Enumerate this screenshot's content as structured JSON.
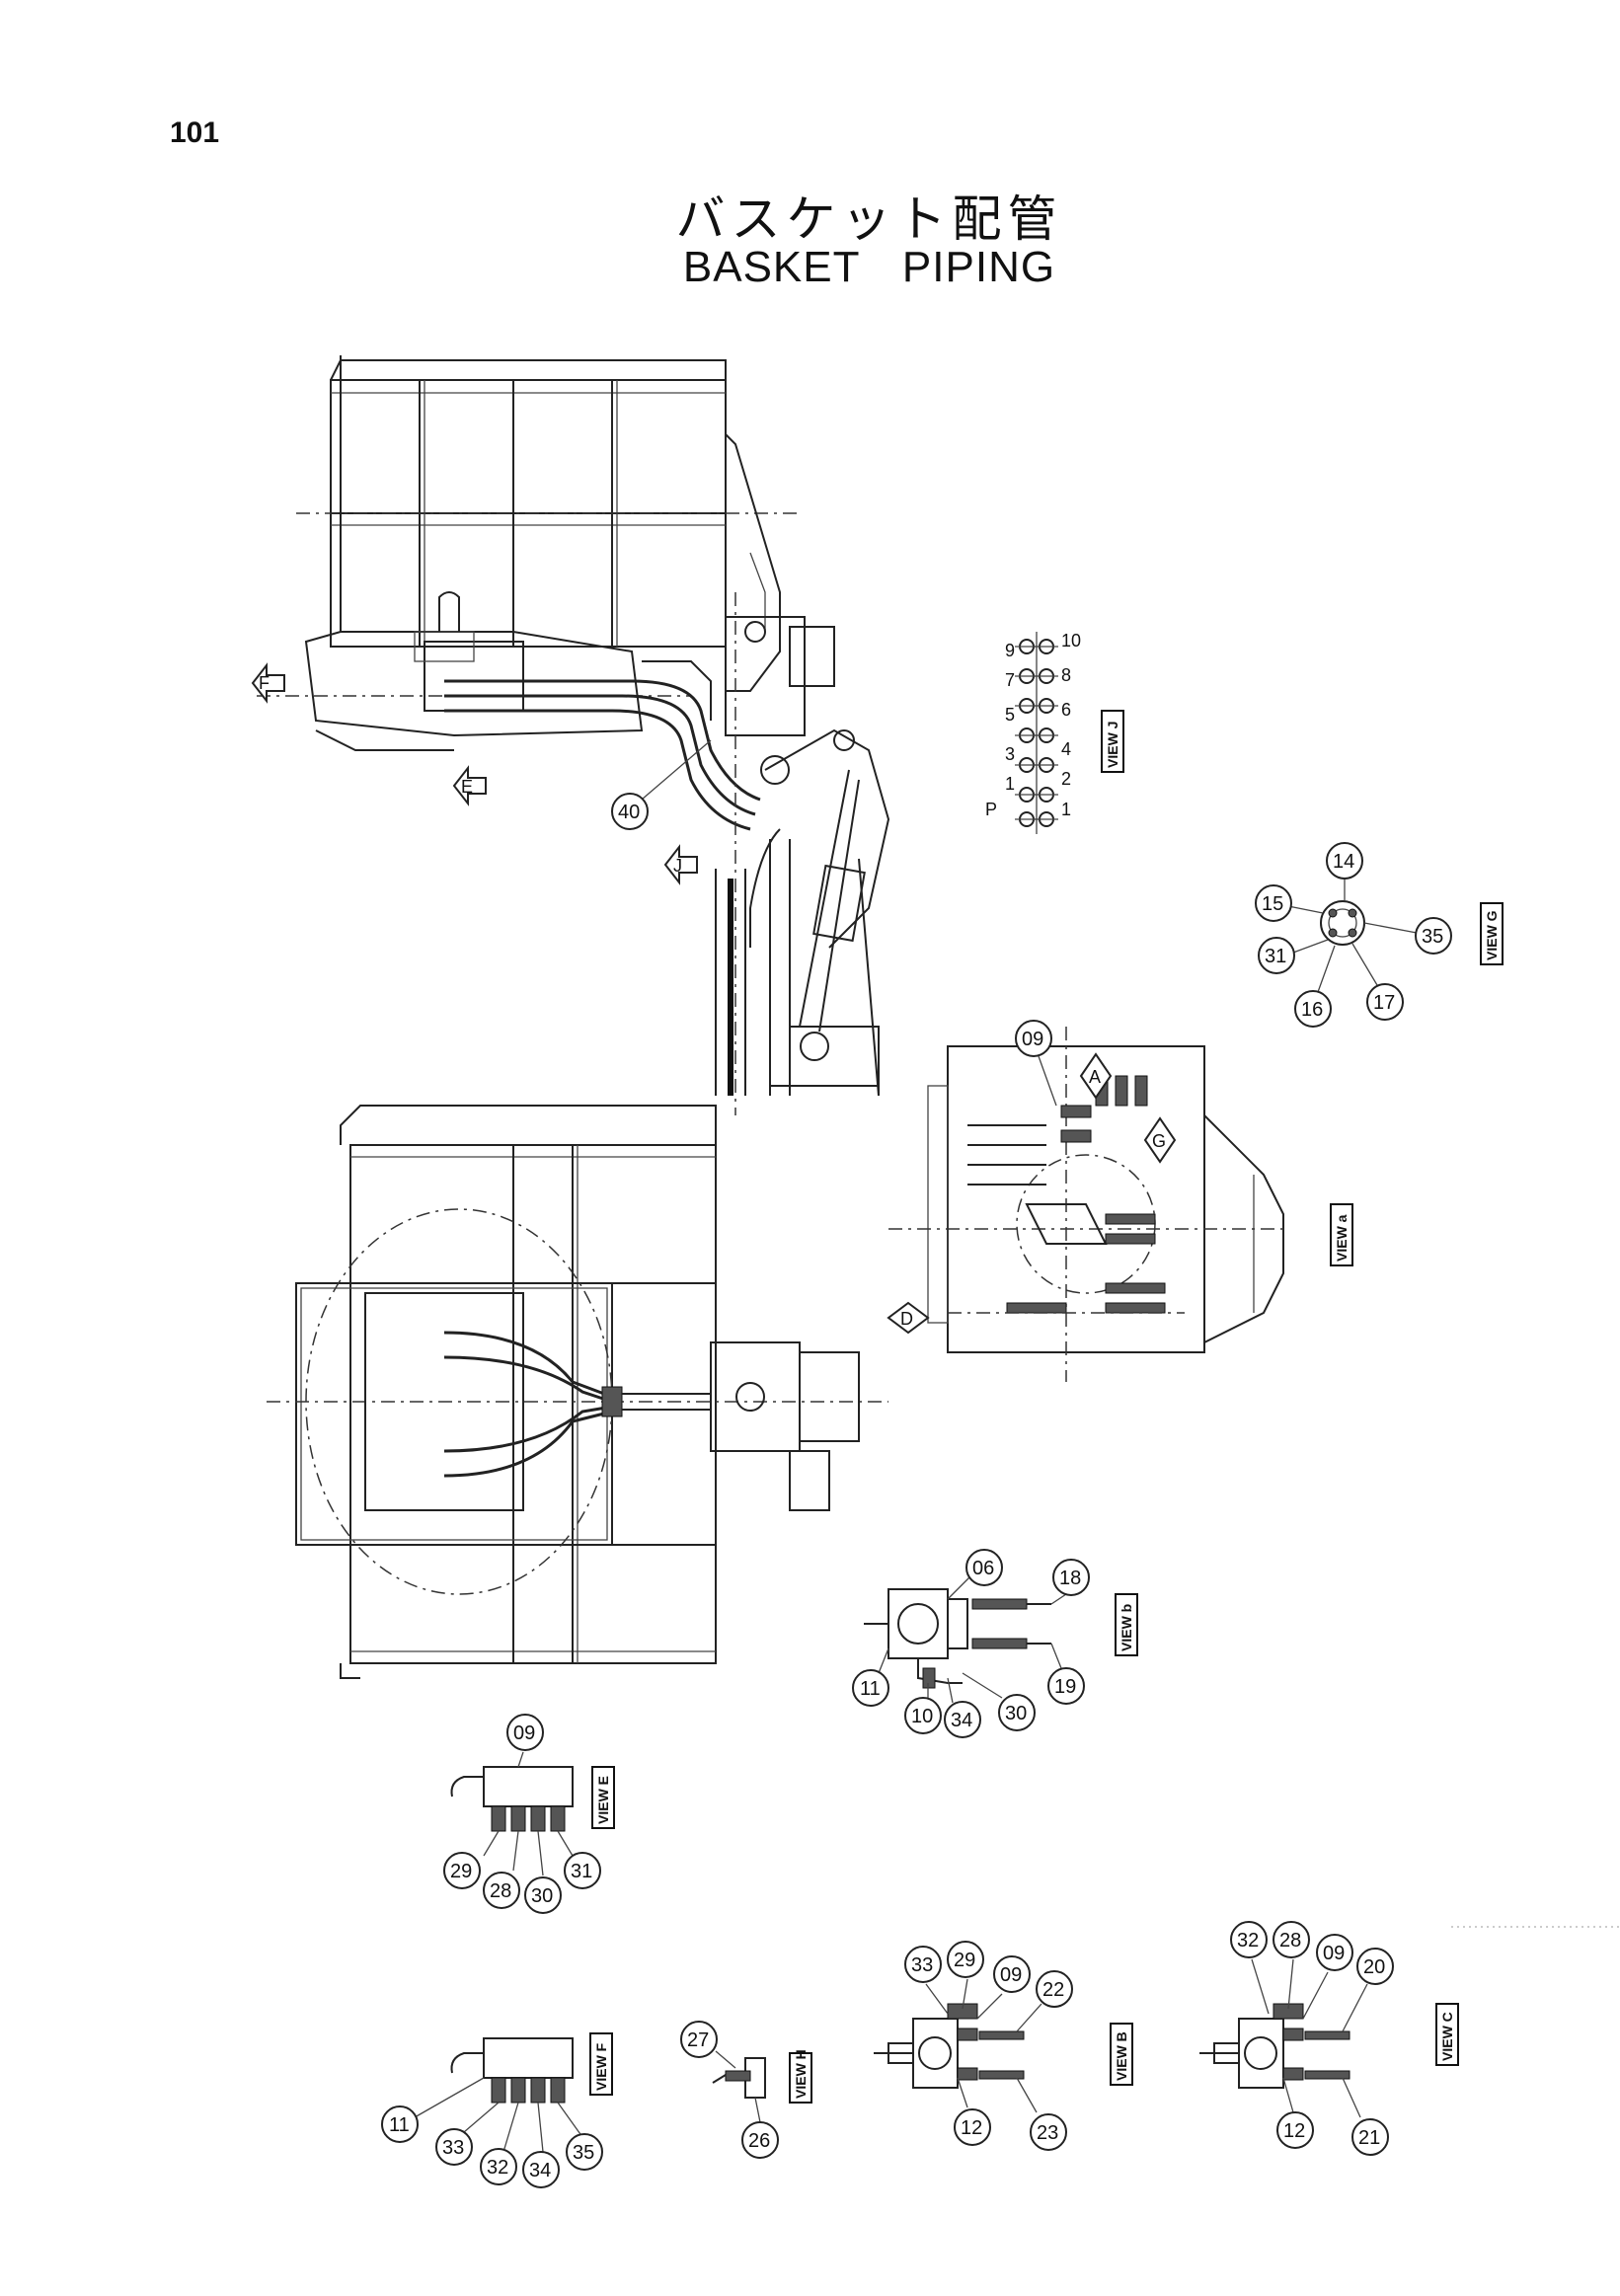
{
  "page": {
    "number": "101",
    "title_jp": "バスケット配管",
    "title_en": "BASKET  PIPING"
  },
  "views": {
    "J": {
      "tag": "VIEW J",
      "pin_labels_top": [
        "P",
        "1",
        "3",
        "5",
        "7",
        "9"
      ],
      "pin_labels_bottom": [
        "1",
        "2",
        "4",
        "6",
        "8",
        "10"
      ]
    },
    "G": {
      "tag": "VIEW G"
    },
    "a": {
      "tag": "VIEW a"
    },
    "b": {
      "tag": "VIEW b"
    },
    "E": {
      "tag": "VIEW E"
    },
    "F": {
      "tag": "VIEW F"
    },
    "H": {
      "tag": "VIEW H"
    },
    "B": {
      "tag": "VIEW B"
    },
    "C": {
      "tag": "VIEW C"
    }
  },
  "arrows": {
    "F": "F",
    "E": "E",
    "J": "J",
    "A": "A",
    "G": "G",
    "D": "D"
  },
  "callouts": {
    "c40": "40",
    "c14": "14",
    "c15": "15",
    "c35g": "35",
    "c31g": "31",
    "c16": "16",
    "c17": "17",
    "c09a": "09",
    "c06": "06",
    "c18": "18",
    "c11b": "11",
    "c19": "19",
    "c10": "10",
    "c34b": "34",
    "c30b": "30",
    "c09e": "09",
    "c29e": "29",
    "c28e": "28",
    "c30e": "30",
    "c31e": "31",
    "c11f": "11",
    "c33f": "33",
    "c32f": "32",
    "c34f": "34",
    "c35f": "35",
    "c27": "27",
    "c26": "26",
    "c33b": "33",
    "c29b": "29",
    "c09b": "09",
    "c22": "22",
    "c12b": "12",
    "c23": "23",
    "c32c": "32",
    "c28c": "28",
    "c09c": "09",
    "c20": "20",
    "c12c": "12",
    "c21": "21"
  }
}
